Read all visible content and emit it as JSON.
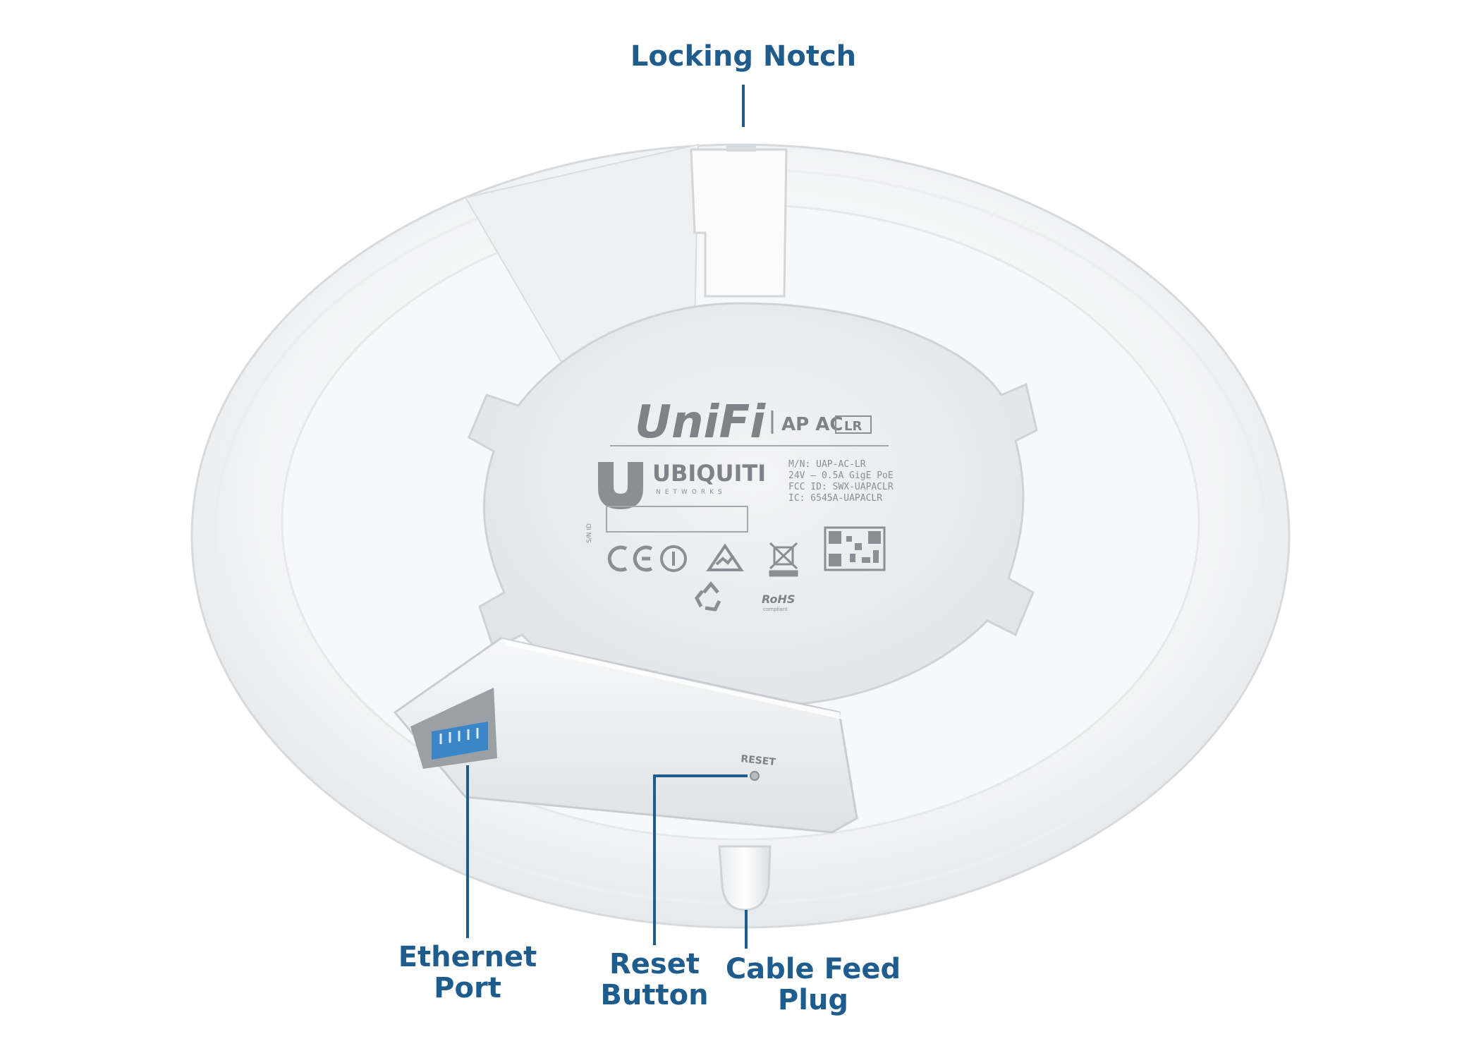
{
  "callouts": {
    "locking_notch": "Locking Notch",
    "ethernet_port": [
      "Ethernet",
      "Port"
    ],
    "reset_button": [
      "Reset",
      "Button"
    ],
    "cable_feed_plug": [
      "Cable Feed",
      "Plug"
    ]
  },
  "device_label": {
    "brand": "UniFi",
    "model_prefix": "AP AC",
    "model_badge": "LR",
    "company": "UBIQUITI",
    "company_sub": "NETWORKS",
    "spec_lines": [
      "M/N: UAP-AC-LR",
      "24V — 0.5A GigE PoE",
      "FCC ID: SWX-UAPACLR",
      "IC: 6545A-UAPACLR"
    ],
    "serial_label": "S/N ID",
    "rohs_label": "RoHS",
    "rohs_sub": "compliant"
  },
  "housing": {
    "reset_marking": "RESET"
  },
  "colors": {
    "callout_blue": "#1f5c8e",
    "port_blue": "#3a86c8"
  }
}
